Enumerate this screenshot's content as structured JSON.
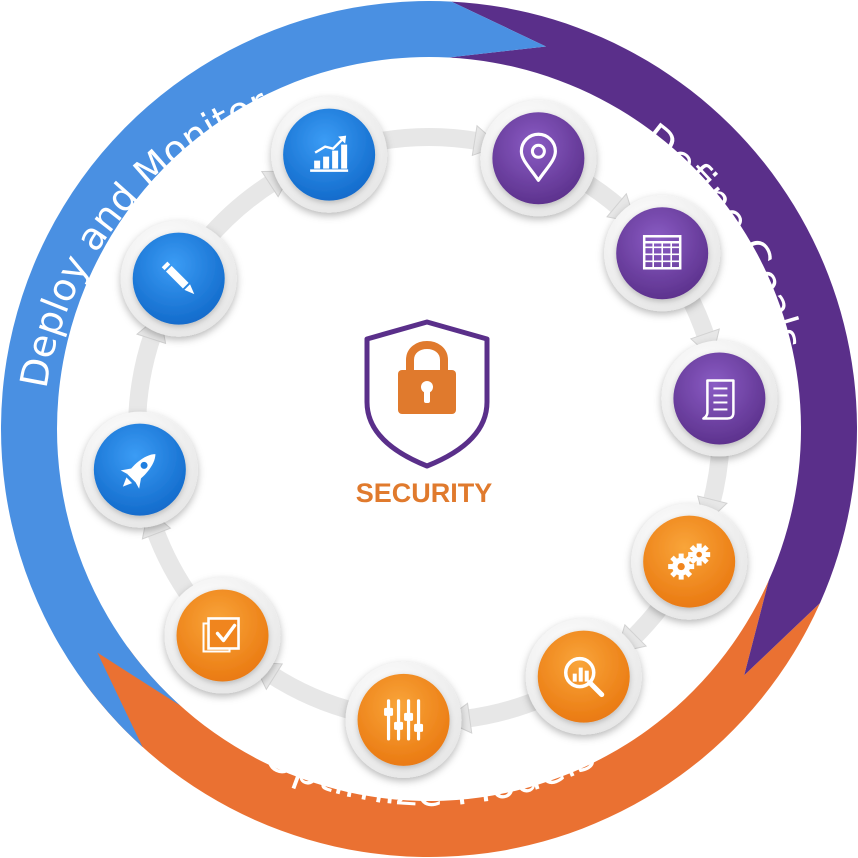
{
  "outer_ring": {
    "segments": [
      {
        "label": "Define Goals",
        "color": "#5a2f8a"
      },
      {
        "label": "Optimize Models",
        "color": "#ea7132"
      },
      {
        "label": "Deploy and Monitor",
        "color": "#4a90e2"
      }
    ]
  },
  "center": {
    "label": "SECURITY",
    "color": "#e07a2d",
    "shield_color": "#5a2f8a",
    "icon": "padlock-icon"
  },
  "steps": [
    {
      "icon": "location-pin-icon",
      "color": "#6a3d9a"
    },
    {
      "icon": "calendar-grid-icon",
      "color": "#6a3d9a"
    },
    {
      "icon": "document-scroll-icon",
      "color": "#6a3d9a"
    },
    {
      "icon": "gears-icon",
      "color": "#f0851e"
    },
    {
      "icon": "magnify-chart-icon",
      "color": "#f0851e"
    },
    {
      "icon": "sliders-icon",
      "color": "#f0851e"
    },
    {
      "icon": "checklist-icon",
      "color": "#f0851e"
    },
    {
      "icon": "rocket-icon",
      "color": "#1f7fe0"
    },
    {
      "icon": "pencil-icon",
      "color": "#1f7fe0"
    },
    {
      "icon": "bar-chart-icon",
      "color": "#1f7fe0"
    }
  ]
}
